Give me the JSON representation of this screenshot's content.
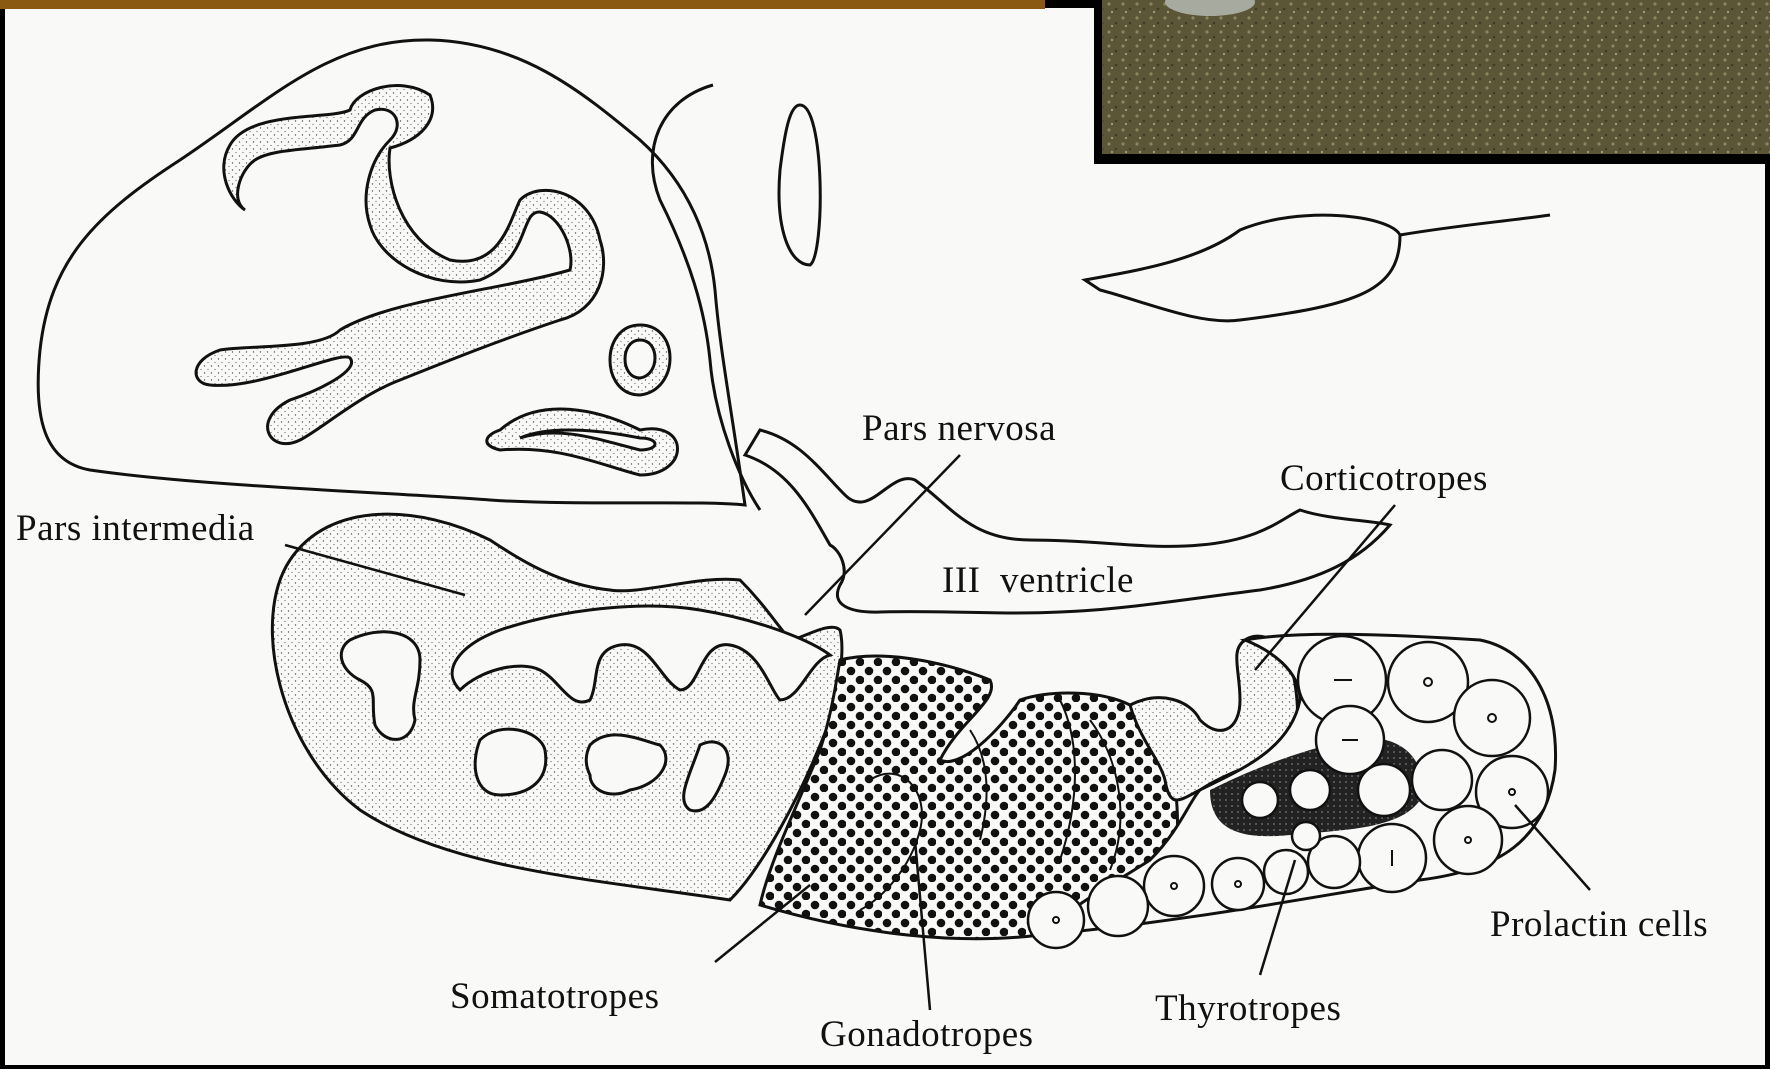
{
  "colors": {
    "frame": "#000000",
    "paper": "#f9f9f7",
    "ink": "#111111",
    "top_bar": "#8a5a12",
    "photo_ground": "#5c5638"
  },
  "labels": {
    "pars_nervosa": "Pars nervosa",
    "corticotropes": "Corticotropes",
    "pars_intermedia": "Pars intermedia",
    "iii_ventricle": "III  ventricle",
    "somatotropes": "Somatotropes",
    "gonadotropes": "Gonadotropes",
    "thyrotropes": "Thyrotropes",
    "prolactin_cells": "Prolactin cells"
  }
}
